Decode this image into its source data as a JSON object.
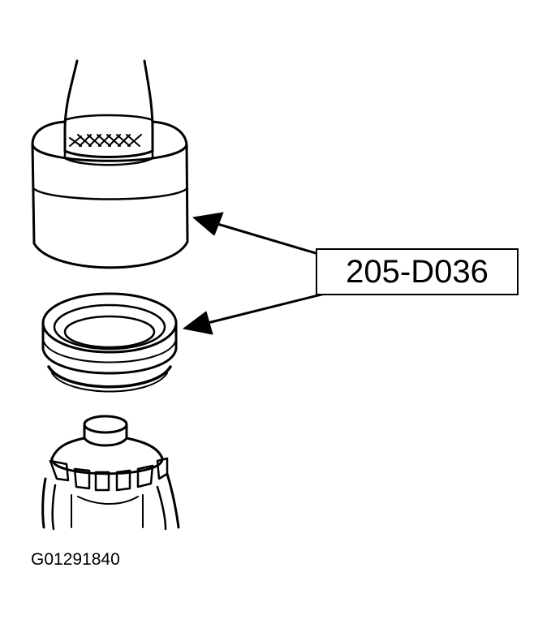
{
  "callout": {
    "tool_number": "205-D036"
  },
  "figure": {
    "id": "G01291840"
  },
  "parts": [
    {
      "name": "seal-installer-tool",
      "icon": "installer-cup-icon"
    },
    {
      "name": "pinion-seal",
      "icon": "seal-ring-icon"
    },
    {
      "name": "pinion-bearing-and-shaft",
      "icon": "bearing-icon"
    }
  ],
  "colors": {
    "line": "#000000",
    "background": "#ffffff"
  }
}
